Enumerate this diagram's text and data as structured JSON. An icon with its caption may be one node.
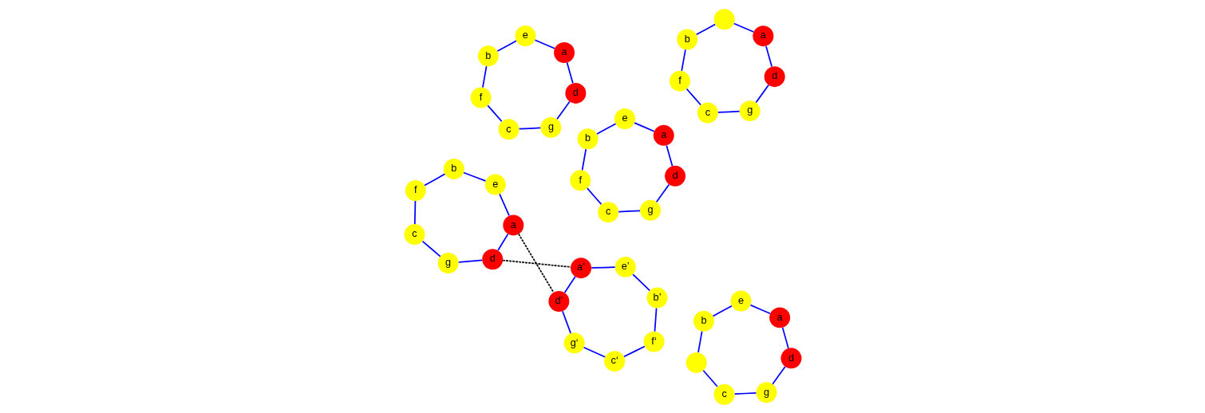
{
  "diagram": {
    "nodes": [
      {
        "text": [
          "c"
        ]
      },
      {
        "text": [
          "g"
        ]
      },
      {
        "text": [
          "d"
        ]
      },
      {
        "text": [
          "a"
        ]
      },
      {
        "text": [
          "e"
        ]
      },
      {
        "text": [
          "b"
        ]
      },
      {
        "text": [
          "f"
        ]
      },
      {
        "text": [
          "c"
        ]
      },
      {
        "text": [
          "g"
        ]
      },
      {
        "text": [
          "d"
        ]
      },
      {
        "text": [
          "a"
        ]
      },
      {
        "text": [
          "e"
        ]
      },
      {
        "text": [
          "b"
        ]
      },
      {
        "text": [
          "f"
        ]
      },
      {
        "text": [
          "c"
        ]
      },
      {
        "text": [
          "g"
        ]
      },
      {
        "text": [
          "d"
        ]
      },
      {
        "text": [
          "a"
        ]
      },
      {
        "text": [],
        "shape": "circle"
      },
      {
        "text": [
          "b"
        ]
      },
      {
        "text": [
          "f"
        ]
      },
      {
        "text": [
          "c"
        ]
      },
      {
        "text": [
          "g"
        ]
      },
      {
        "text": [
          "d"
        ]
      },
      {
        "text": [
          "a"
        ]
      },
      {
        "text": [
          "e"
        ]
      },
      {
        "text": [
          "b"
        ]
      },
      {
        "text": [],
        "shape": "circle"
      },
      {
        "text": [
          "c"
        ]
      },
      {
        "text": [
          "g"
        ]
      },
      {
        "text": [
          "d"
        ]
      },
      {
        "text": [
          "a"
        ]
      },
      {
        "text": [
          "e"
        ]
      },
      {
        "text": [
          "b"
        ]
      },
      {
        "text": [
          "f"
        ]
      },
      {
        "text": [
          "e’"
        ]
      },
      {
        "text": [
          "b’"
        ]
      },
      {
        "text": [
          "f‘"
        ]
      },
      {
        "text": [
          "c‘"
        ]
      },
      {
        "text": [
          "g‘"
        ]
      },
      {
        "text": [
          "d’"
        ]
      },
      {
        "text": [
          "a’"
        ]
      }
    ],
    "edges": [
      {
        "from": 0,
        "to": 1,
        "arrow": "none"
      },
      {
        "from": 1,
        "to": 2,
        "arrow": "none"
      },
      {
        "from": 2,
        "to": 3,
        "arrow": "none"
      },
      {
        "from": 3,
        "to": 4,
        "arrow": "none"
      },
      {
        "from": 4,
        "to": 5,
        "arrow": "none"
      },
      {
        "from": 5,
        "to": 6,
        "arrow": "none"
      },
      {
        "from": 6,
        "to": 0,
        "arrow": "none"
      },
      {
        "from": 7,
        "to": 8,
        "arrow": "none"
      },
      {
        "from": 8,
        "to": 9,
        "arrow": "none"
      },
      {
        "from": 9,
        "to": 10,
        "arrow": "none"
      },
      {
        "from": 10,
        "to": 11,
        "arrow": "none"
      },
      {
        "from": 11,
        "to": 12,
        "arrow": "none"
      },
      {
        "from": 12,
        "to": 13,
        "arrow": "none"
      },
      {
        "from": 13,
        "to": 7,
        "arrow": "none"
      },
      {
        "from": 14,
        "to": 15,
        "arrow": "none"
      },
      {
        "from": 15,
        "to": 16,
        "arrow": "none"
      },
      {
        "from": 16,
        "to": 17,
        "arrow": "none"
      },
      {
        "from": 17,
        "to": 18,
        "arrow": "none"
      },
      {
        "from": 18,
        "to": 19,
        "arrow": "none"
      },
      {
        "from": 19,
        "to": 20,
        "arrow": "none"
      },
      {
        "from": 20,
        "to": 14,
        "arrow": "none"
      },
      {
        "from": 21,
        "to": 22,
        "arrow": "none"
      },
      {
        "from": 22,
        "to": 23,
        "arrow": "none"
      },
      {
        "from": 23,
        "to": 24,
        "arrow": "none"
      },
      {
        "from": 24,
        "to": 25,
        "arrow": "none"
      },
      {
        "from": 25,
        "to": 26,
        "arrow": "none"
      },
      {
        "from": 26,
        "to": 27,
        "arrow": "none"
      },
      {
        "from": 27,
        "to": 21,
        "arrow": "none"
      },
      {
        "from": 28,
        "to": 29,
        "arrow": "none"
      },
      {
        "from": 29,
        "to": 30,
        "arrow": "none"
      },
      {
        "from": 30,
        "to": 31,
        "arrow": "none"
      },
      {
        "from": 31,
        "to": 32,
        "arrow": "none"
      },
      {
        "from": 32,
        "to": 33,
        "arrow": "none"
      },
      {
        "from": 33,
        "to": 34,
        "arrow": "none"
      },
      {
        "from": 34,
        "to": 28,
        "arrow": "none"
      },
      {
        "from": 41,
        "to": 35,
        "arrow": "none"
      },
      {
        "from": 35,
        "to": 36,
        "arrow": "none"
      },
      {
        "from": 36,
        "to": 37,
        "arrow": "none"
      },
      {
        "from": 37,
        "to": 38,
        "arrow": "none"
      },
      {
        "from": 38,
        "to": 39,
        "arrow": "none"
      },
      {
        "from": 39,
        "to": 40,
        "arrow": "none"
      },
      {
        "from": 40,
        "to": 41,
        "arrow": "none"
      },
      {
        "from": 30,
        "to": 41,
        "arrow": "none",
        "style": "dashed",
        "color": "#000000"
      },
      {
        "from": 31,
        "to": 40,
        "arrow": "none",
        "style": "dashed",
        "color": "#000000"
      }
    ]
  }
}
